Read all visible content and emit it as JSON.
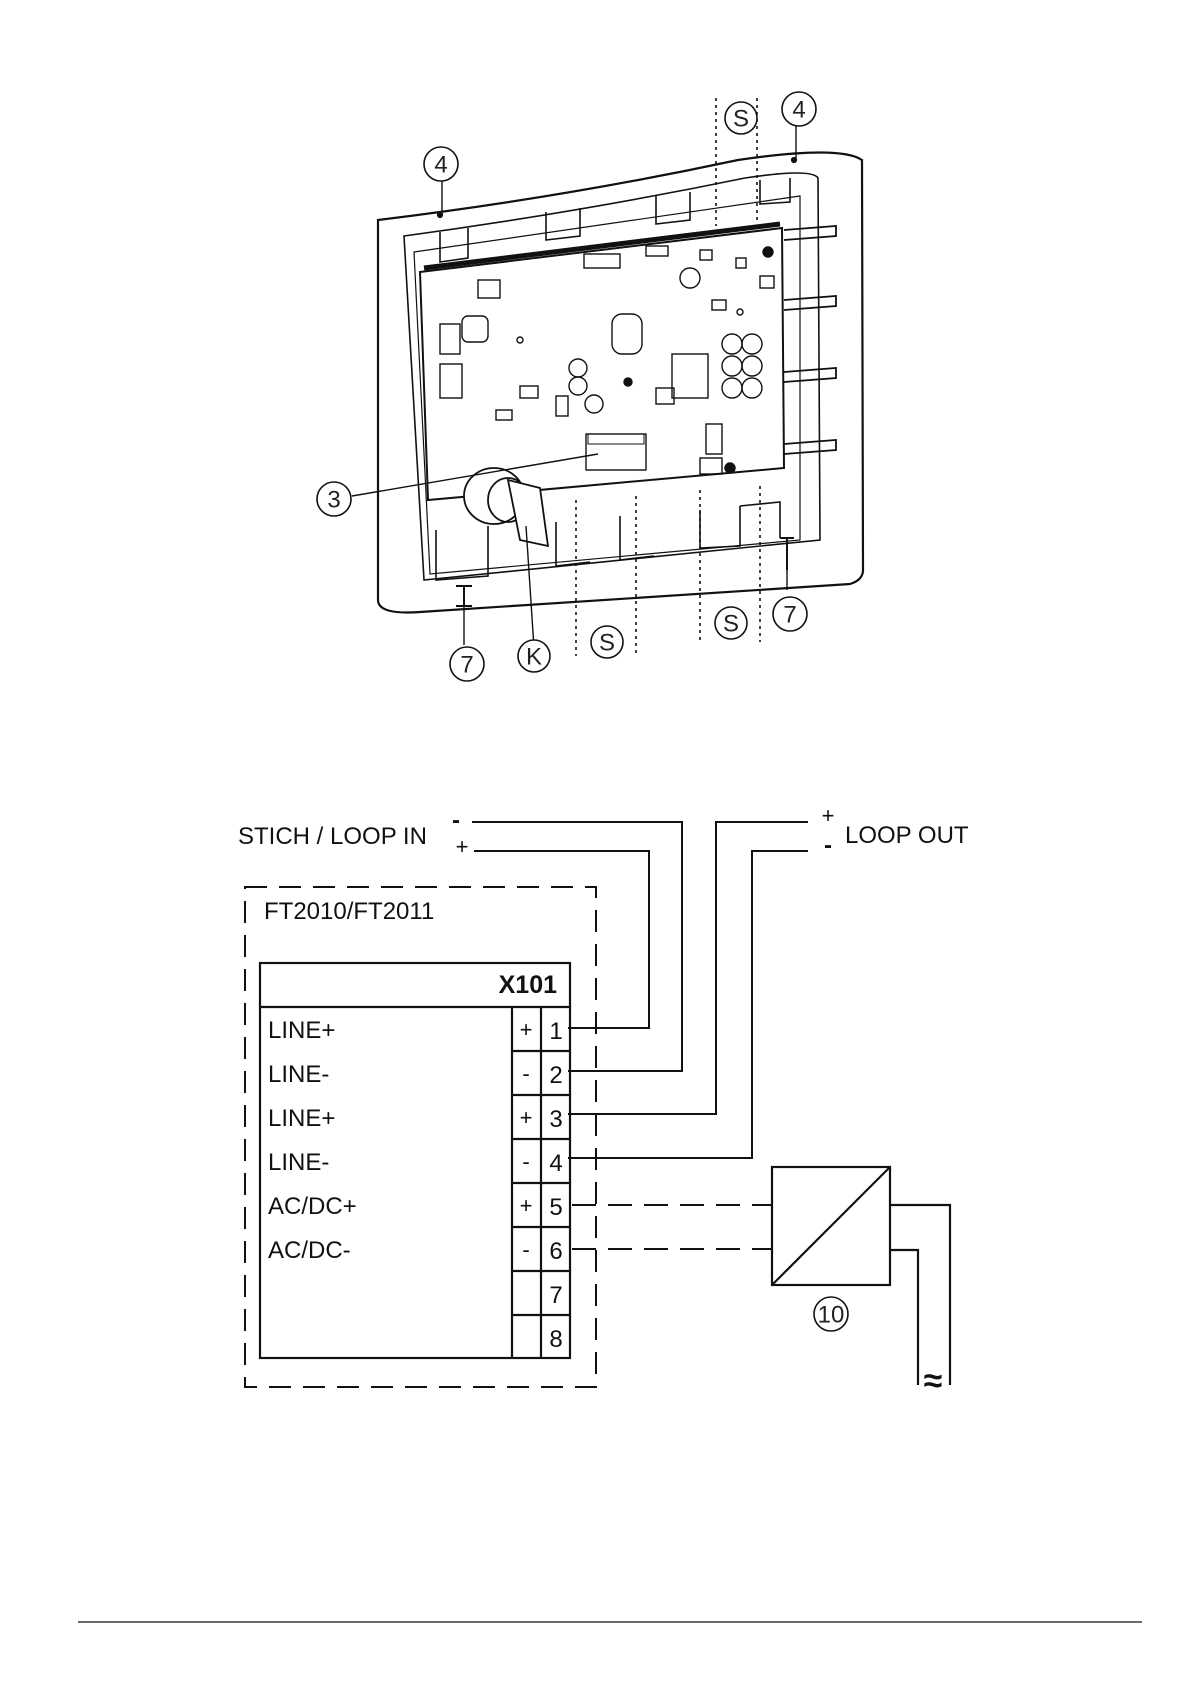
{
  "device_drawing": {
    "callouts": {
      "mount_top_left": "4",
      "mount_top_right": "4",
      "terminal_block": "3",
      "mount_bottom_left": "7",
      "mount_bottom_right": "7",
      "key_switch": "K",
      "cable_top": "S",
      "cable_bottom_left": "S",
      "cable_bottom_right": "S"
    }
  },
  "wiring": {
    "loop_in": {
      "label": "STICH / LOOP IN",
      "minus": "-",
      "plus": "+"
    },
    "loop_out": {
      "label": "LOOP OUT",
      "minus": "-",
      "plus": "+"
    },
    "module_name": "FT2010/FT2011",
    "connector": "X101",
    "terminals": [
      {
        "label": "LINE+",
        "polarity": "+",
        "number": "1"
      },
      {
        "label": "LINE-",
        "polarity": "-",
        "number": "2"
      },
      {
        "label": "LINE+",
        "polarity": "+",
        "number": "3"
      },
      {
        "label": "LINE-",
        "polarity": "-",
        "number": "4"
      },
      {
        "label": "AC/DC+",
        "polarity": "+",
        "number": "5"
      },
      {
        "label": "AC/DC-",
        "polarity": "-",
        "number": "6"
      },
      {
        "label": "",
        "polarity": "",
        "number": "7"
      },
      {
        "label": "",
        "polarity": "",
        "number": "8"
      }
    ],
    "power_supply_callout": "10",
    "ac_symbol": "≈"
  }
}
